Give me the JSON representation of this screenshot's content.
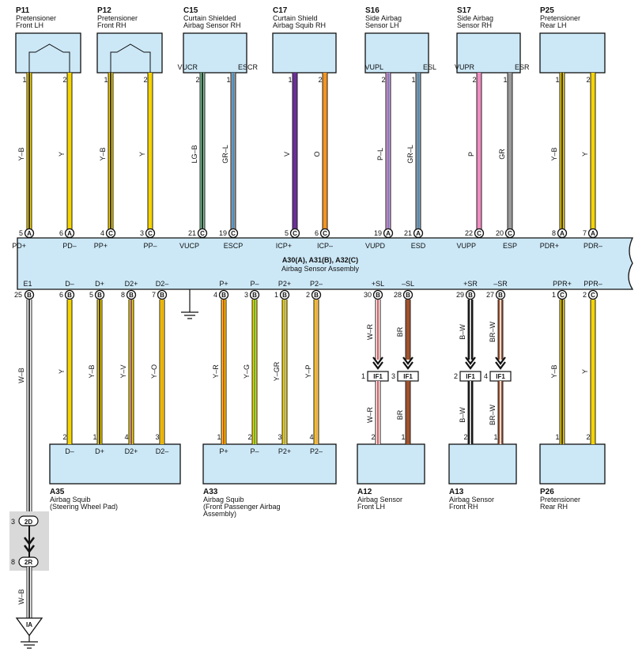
{
  "colors": {
    "box_fill": "#cce8f7",
    "box_stroke": "#111111",
    "Y": "#f5d400",
    "B": "#111111",
    "LG": "#7fc79a",
    "GR": "#9a9a9a",
    "L": "#2d8fd9",
    "V": "#6a2f98",
    "O": "#f4941e",
    "P": "#f08cc0",
    "R": "#d9262b",
    "G": "#3aa84a",
    "W": "#ffffff",
    "BR": "#a0522d",
    "junction_fill": "#d9d9d9"
  },
  "top_connectors": [
    {
      "id": "P11",
      "name": "Pretensioner Front LH",
      "name_lines": [
        "Pretensioner",
        "Front LH"
      ],
      "pins": [
        {
          "num": "1",
          "wire": "Y–B",
          "sig": "PD+",
          "epin": "5",
          "eletter": "A"
        },
        {
          "num": "2",
          "wire": "Y",
          "sig": "PD–",
          "epin": "6",
          "eletter": "A"
        }
      ],
      "symbol": "squib"
    },
    {
      "id": "P12",
      "name_lines": [
        "Pretensioner",
        "Front RH"
      ],
      "pins": [
        {
          "num": "1",
          "wire": "Y–B",
          "sig": "PP+",
          "epin": "4",
          "eletter": "C"
        },
        {
          "num": "2",
          "wire": "Y",
          "sig": "PP–",
          "epin": "3",
          "eletter": "C"
        }
      ],
      "symbol": "squib"
    },
    {
      "id": "C15",
      "name_lines": [
        "Curtain Shielded",
        "Airbag Sensor RH"
      ],
      "pins": [
        {
          "num": "2",
          "wire": "LG–B",
          "label": "VUCR",
          "sig": "VUCP",
          "epin": "21",
          "eletter": "C"
        },
        {
          "num": "1",
          "wire": "GR–L",
          "label": "ESCR",
          "sig": "ESCP",
          "epin": "19",
          "eletter": "C"
        }
      ]
    },
    {
      "id": "C17",
      "name_lines": [
        "Curtain Shield",
        "Airbag Squib RH"
      ],
      "pins": [
        {
          "num": "1",
          "wire": "V",
          "sig": "ICP+",
          "epin": "5",
          "eletter": "C"
        },
        {
          "num": "2",
          "wire": "O",
          "sig": "ICP–",
          "epin": "6",
          "eletter": "C"
        }
      ]
    },
    {
      "id": "S16",
      "name_lines": [
        "Side Airbag",
        "Sensor LH"
      ],
      "pins": [
        {
          "num": "2",
          "wire": "P–L",
          "label": "VUPL",
          "sig": "VUPD",
          "epin": "19",
          "eletter": "A"
        },
        {
          "num": "1",
          "wire": "GR–L",
          "label": "ESL",
          "sig": "ESD",
          "epin": "21",
          "eletter": "A"
        }
      ]
    },
    {
      "id": "S17",
      "name_lines": [
        "Side Airbag",
        "Sensor RH"
      ],
      "pins": [
        {
          "num": "2",
          "wire": "P",
          "label": "VUPR",
          "sig": "VUPP",
          "epin": "22",
          "eletter": "C"
        },
        {
          "num": "1",
          "wire": "GR",
          "label": "ESR",
          "sig": "ESP",
          "epin": "20",
          "eletter": "C"
        }
      ]
    },
    {
      "id": "P25",
      "name_lines": [
        "Pretensioner",
        "Rear LH"
      ],
      "pins": [
        {
          "num": "1",
          "wire": "Y–B",
          "sig": "PDR+",
          "epin": "8",
          "eletter": "A"
        },
        {
          "num": "2",
          "wire": "Y",
          "sig": "PDR–",
          "epin": "7",
          "eletter": "A"
        }
      ]
    }
  ],
  "ecu": {
    "title": "A30(A), A31(B), A32(C)",
    "subtitle": "Airbag Sensor Assembly",
    "ground_label": "E1",
    "ground_pin": "25",
    "ground_letter": "B"
  },
  "bottom_groups": [
    {
      "id": "A35",
      "name_lines": [
        "Airbag Squib",
        "(Steering Wheel Pad)"
      ],
      "pins": [
        {
          "sig": "D–",
          "epin": "6",
          "eletter": "B",
          "wire": "Y",
          "num": "2",
          "label": "D–"
        },
        {
          "sig": "D+",
          "epin": "5",
          "eletter": "B",
          "wire": "Y–B",
          "num": "1",
          "label": "D+"
        },
        {
          "sig": "D2+",
          "epin": "8",
          "eletter": "B",
          "wire": "Y–V",
          "num": "4",
          "label": "D2+"
        },
        {
          "sig": "D2–",
          "epin": "7",
          "eletter": "B",
          "wire": "Y–O",
          "num": "3",
          "label": "D2–"
        }
      ]
    },
    {
      "id": "A33",
      "name_lines": [
        "Airbag Squib",
        "(Front Passenger Airbag",
        " Assembly)"
      ],
      "pins": [
        {
          "sig": "P+",
          "epin": "4",
          "eletter": "B",
          "wire": "Y–R",
          "num": "1",
          "label": "P+"
        },
        {
          "sig": "P–",
          "epin": "3",
          "eletter": "B",
          "wire": "Y–G",
          "num": "2",
          "label": "P–"
        },
        {
          "sig": "P2+",
          "epin": "1",
          "eletter": "B",
          "wire": "Y–GR",
          "num": "3",
          "label": "P2+"
        },
        {
          "sig": "P2–",
          "epin": "2",
          "eletter": "B",
          "wire": "Y–P",
          "num": "4",
          "label": "P2–"
        }
      ]
    },
    {
      "id": "A12",
      "name_lines": [
        "Airbag Sensor",
        "Front LH"
      ],
      "pins": [
        {
          "sig": "+SL",
          "epin": "30",
          "eletter": "B",
          "wire": "W–R",
          "num": "2",
          "if_pin": "1"
        },
        {
          "sig": "–SL",
          "epin": "28",
          "eletter": "B",
          "wire": "BR",
          "num": "1",
          "if_pin": "3"
        }
      ]
    },
    {
      "id": "A13",
      "name_lines": [
        "Airbag Sensor",
        "Front RH"
      ],
      "pins": [
        {
          "sig": "+SR",
          "epin": "29",
          "eletter": "B",
          "wire": "B–W",
          "num": "2",
          "if_pin": "2"
        },
        {
          "sig": "–SR",
          "epin": "27",
          "eletter": "B",
          "wire": "BR–W",
          "num": "1",
          "if_pin": "4"
        }
      ]
    },
    {
      "id": "P26",
      "name_lines": [
        "Pretensioner",
        "Rear RH"
      ],
      "pins": [
        {
          "sig": "PPR+",
          "epin": "1",
          "eletter": "C",
          "wire": "Y–B",
          "num": "1"
        },
        {
          "sig": "PPR–",
          "epin": "2",
          "eletter": "C",
          "wire": "Y",
          "num": "2"
        }
      ]
    }
  ],
  "if_connector": "IF1",
  "ground_path": {
    "wire_upper": "W–B",
    "junction_top": {
      "pin": "3",
      "label": "2D"
    },
    "junction_bottom": {
      "pin": "8",
      "label": "2R"
    },
    "wire_lower": "W–B",
    "ground_point": "IA"
  }
}
